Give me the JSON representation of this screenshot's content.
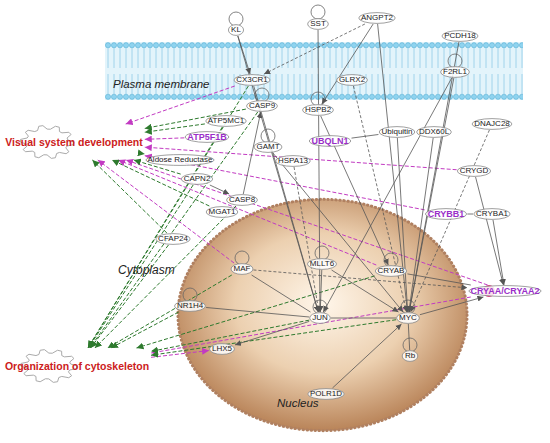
{
  "diagram": {
    "nodes": [
      {
        "text": [
          "Plasma membrane"
        ]
      },
      {
        "text": [
          "CX3CR1"
        ],
        "in": 0
      },
      {
        "text": [
          "GLRX2"
        ],
        "in": 0
      },
      {
        "text": [
          "F2RL1"
        ],
        "in": 0
      },
      {
        "text": [
          "KL"
        ]
      },
      {
        "text": [
          "SST"
        ]
      },
      {
        "text": [
          "ANGPT2"
        ]
      },
      {
        "text": [
          "PCDH18"
        ]
      },
      {
        "text": [
          "ATP5MC1"
        ]
      },
      {
        "text": [
          "CASP9"
        ]
      },
      {
        "text": [
          "HSPB2"
        ]
      },
      {
        "text": [
          "DNAJC28"
        ]
      },
      {
        "text": [
          "ATP5F1B"
        ]
      },
      {
        "text": [
          "UBQLN1"
        ]
      },
      {
        "text": [
          "Ubiquitin"
        ]
      },
      {
        "text": [
          "DDX60L"
        ]
      },
      {
        "text": [
          "GAMT"
        ]
      },
      {
        "text": [
          "HSPA13"
        ]
      },
      {
        "text": [
          "Aldose Reductase"
        ]
      },
      {
        "text": [
          "CRYGD"
        ]
      },
      {
        "text": [
          "CAPN2"
        ]
      },
      {
        "text": [
          "CASP8"
        ]
      },
      {
        "text": [
          "MGAT1"
        ]
      },
      {
        "text": [
          "CRYBB1"
        ]
      },
      {
        "text": [
          "CRYBA1"
        ]
      },
      {
        "text": [
          "CFAP24"
        ]
      },
      {
        "text": [
          "Visual system development"
        ]
      },
      {
        "text": [
          "Organization of cytoskeleton"
        ]
      },
      {
        "text": [
          "Nucleus"
        ]
      },
      {
        "text": [
          "MAF"
        ],
        "in": 28
      },
      {
        "text": [
          "MLLT6"
        ],
        "in": 28
      },
      {
        "text": [
          "CRYAB"
        ],
        "in": 28
      },
      {
        "text": [
          "NR1H4"
        ],
        "in": 28
      },
      {
        "text": [
          "JUN"
        ],
        "in": 28
      },
      {
        "text": [
          "MYC"
        ],
        "in": 28
      },
      {
        "text": [
          "LHX5"
        ],
        "in": 28
      },
      {
        "text": [
          "Rb"
        ],
        "in": 28
      },
      {
        "text": [
          "POLR1D"
        ],
        "in": 28
      },
      {
        "text": [
          "CRYAA/CRYAA2"
        ]
      }
    ],
    "edges": [
      {
        "from": 1,
        "to": 26,
        "arrow": "to"
      },
      {
        "from": 12,
        "to": 26,
        "arrow": "to"
      },
      {
        "from": 19,
        "to": 26,
        "arrow": "to"
      },
      {
        "from": 23,
        "to": 26,
        "arrow": "to"
      },
      {
        "from": 31,
        "to": 26,
        "arrow": "to"
      },
      {
        "from": 38,
        "to": 26,
        "arrow": "to"
      },
      {
        "from": 29,
        "to": 26,
        "arrow": "to"
      },
      {
        "from": 38,
        "to": 27,
        "arrow": "to"
      },
      {
        "from": 27,
        "to": 35,
        "arrow": "to"
      },
      {
        "from": 8,
        "to": 26,
        "arrow": "to"
      },
      {
        "from": 9,
        "to": 26,
        "arrow": "to"
      },
      {
        "from": 18,
        "to": 26,
        "arrow": "to"
      },
      {
        "from": 20,
        "to": 26,
        "arrow": "to"
      },
      {
        "from": 25,
        "to": 26,
        "arrow": "to"
      },
      {
        "from": 22,
        "to": 26,
        "arrow": "to"
      },
      {
        "from": 1,
        "to": 27,
        "arrow": "to"
      },
      {
        "from": 8,
        "to": 27,
        "arrow": "to"
      },
      {
        "from": 9,
        "to": 27,
        "arrow": "to"
      },
      {
        "from": 20,
        "to": 27,
        "arrow": "to"
      },
      {
        "from": 21,
        "to": 27,
        "arrow": "to"
      },
      {
        "from": 25,
        "to": 27,
        "arrow": "to"
      },
      {
        "from": 29,
        "to": 27,
        "arrow": "to"
      },
      {
        "from": 32,
        "to": 27,
        "arrow": "to"
      },
      {
        "from": 33,
        "to": 27,
        "arrow": "to"
      },
      {
        "from": 34,
        "to": 27,
        "arrow": "to"
      },
      {
        "from": 31,
        "to": 27,
        "arrow": "to"
      },
      {
        "from": 6,
        "to": 1,
        "arrow": "to"
      },
      {
        "from": 6,
        "to": 34,
        "arrow": "to"
      },
      {
        "from": 4,
        "to": 33,
        "arrow": "to"
      },
      {
        "from": 5,
        "to": 33,
        "arrow": "to"
      },
      {
        "from": 1,
        "to": 33,
        "arrow": "to"
      },
      {
        "from": 7,
        "to": 34,
        "arrow": "to"
      },
      {
        "from": 3,
        "to": 34,
        "arrow": "to"
      },
      {
        "from": 3,
        "to": 33,
        "arrow": "to"
      },
      {
        "from": 2,
        "to": 34,
        "arrow": "to"
      },
      {
        "from": 10,
        "to": 31,
        "arrow": "to"
      },
      {
        "from": 13,
        "to": 14,
        "arrow": "none"
      },
      {
        "from": 14,
        "to": 34,
        "arrow": "none"
      },
      {
        "from": 15,
        "to": 34,
        "arrow": "to"
      },
      {
        "from": 11,
        "to": 34,
        "arrow": "to"
      },
      {
        "from": 23,
        "to": 24,
        "arrow": "none"
      },
      {
        "from": 24,
        "to": 38,
        "arrow": "to"
      },
      {
        "from": 19,
        "to": 38,
        "arrow": "to"
      },
      {
        "from": 31,
        "to": 38,
        "arrow": "none"
      },
      {
        "from": 34,
        "to": 38,
        "arrow": "to"
      },
      {
        "from": 34,
        "to": 36,
        "arrow": "none"
      },
      {
        "from": 33,
        "to": 34,
        "arrow": "none"
      },
      {
        "from": 29,
        "to": 33,
        "arrow": "none"
      },
      {
        "from": 30,
        "to": 34,
        "arrow": "to"
      },
      {
        "from": 30,
        "to": 33,
        "arrow": "to"
      },
      {
        "from": 37,
        "to": 34,
        "arrow": "to"
      },
      {
        "from": 33,
        "to": 35,
        "arrow": "to"
      },
      {
        "from": 21,
        "to": 9,
        "arrow": "to"
      },
      {
        "from": 20,
        "to": 21,
        "arrow": "to"
      },
      {
        "from": 32,
        "to": 33,
        "arrow": "none"
      },
      {
        "from": 16,
        "to": 34,
        "arrow": "to"
      },
      {
        "from": 17,
        "to": 33,
        "arrow": "to"
      },
      {
        "from": 29,
        "to": 38,
        "arrow": "to"
      },
      {
        "from": 4,
        "to": 1,
        "arrow": "to"
      },
      {
        "from": 6,
        "to": 10,
        "arrow": "to"
      }
    ],
    "labels": [
      "Cytoplasm"
    ]
  }
}
